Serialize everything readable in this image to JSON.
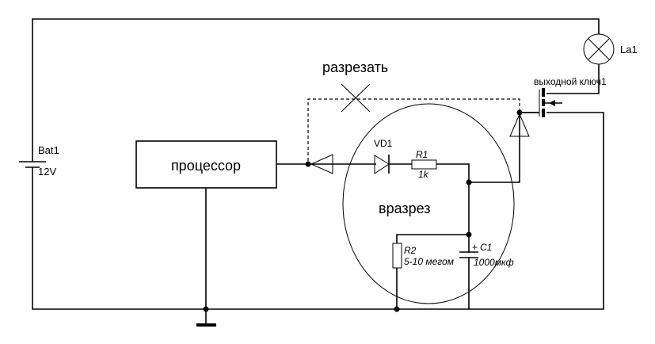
{
  "diagram": {
    "type": "electrical-schematic",
    "colors": {
      "ink": "#000000",
      "background": "#ffffff"
    },
    "components": {
      "battery": {
        "name": "Bat1",
        "value": "12V"
      },
      "lamp": {
        "name": "La1"
      },
      "output_switch": {
        "name": "выходной ключ1"
      },
      "processor": {
        "label": "процессор"
      },
      "diode": {
        "name": "VD1"
      },
      "r1": {
        "name": "R1",
        "value": "1k"
      },
      "r2": {
        "name": "R2",
        "value": "5-10 мегом"
      },
      "c1": {
        "name": "C1",
        "value": "1000мкф",
        "polarity": "+"
      }
    },
    "annotations": {
      "cut_label": "разрезать",
      "insert_label": "вразрез"
    }
  }
}
